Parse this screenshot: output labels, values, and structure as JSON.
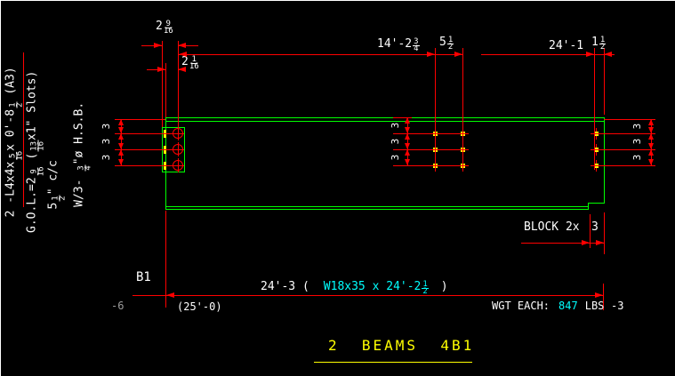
{
  "drawing": {
    "title": "2  BEAMS  4B1",
    "notes": {
      "angle": {
        "p1": "2 -L4x4x",
        "f1n": "5",
        "f1d": "16",
        "p2": "x 0'-8",
        "f2n": "1",
        "f2d": "2",
        "p3": " (A3)"
      },
      "gol": {
        "p1": "G.O.L.=2",
        "f1n": "9",
        "f1d": "16",
        "p2": " (",
        "f2n": "13",
        "f2d": "16",
        "p3": "x1\" Slots)"
      },
      "cc": {
        "p1": "5",
        "f1n": "1",
        "f1d": "2",
        "p2": "\" c/c"
      },
      "hsb": {
        "p1": "W/3- ",
        "f1n": "3",
        "f1d": "4",
        "p2": "\"ø H.S.B."
      }
    },
    "dims": {
      "end_offset_a": {
        "w": "2",
        "n": "9",
        "d": "16"
      },
      "end_offset_b": {
        "w": "2",
        "n": "1",
        "d": "16"
      },
      "span_mid": {
        "w": "14'-2",
        "n": "3",
        "d": "4"
      },
      "mid_gap": {
        "w": "5",
        "n": "1",
        "d": "2"
      },
      "span_right": {
        "w": "24'-1"
      },
      "end_gap_right": {
        "w": "1",
        "n": "1",
        "d": "2"
      },
      "rows_left": [
        "3",
        "3",
        "3"
      ],
      "rows_mid": [
        "3",
        "3",
        "3"
      ],
      "rows_right": [
        "3",
        "3",
        "3"
      ],
      "block_label": "BLOCK 2x",
      "block_dim": "3",
      "overall": "24'-3 (",
      "overall_close": ")"
    },
    "beam_spec": {
      "pre": "W18x35 x 24'-2",
      "n": "1",
      "d": "2"
    },
    "bottom": {
      "mark": "B1",
      "grid": "(25'-0)",
      "ref_left": "-6",
      "ref_right": "-3",
      "wgt_label": "WGT EACH:",
      "wgt_value": "847",
      "wgt_unit": "LBS"
    },
    "colors": {
      "beam_line": "#00ff00",
      "dimension": "#ff0000",
      "text": "#ffffff",
      "highlight": "#00ffff",
      "title": "#ffff00",
      "bolt": "#ffff00",
      "reference": "#9c9c9c"
    }
  }
}
